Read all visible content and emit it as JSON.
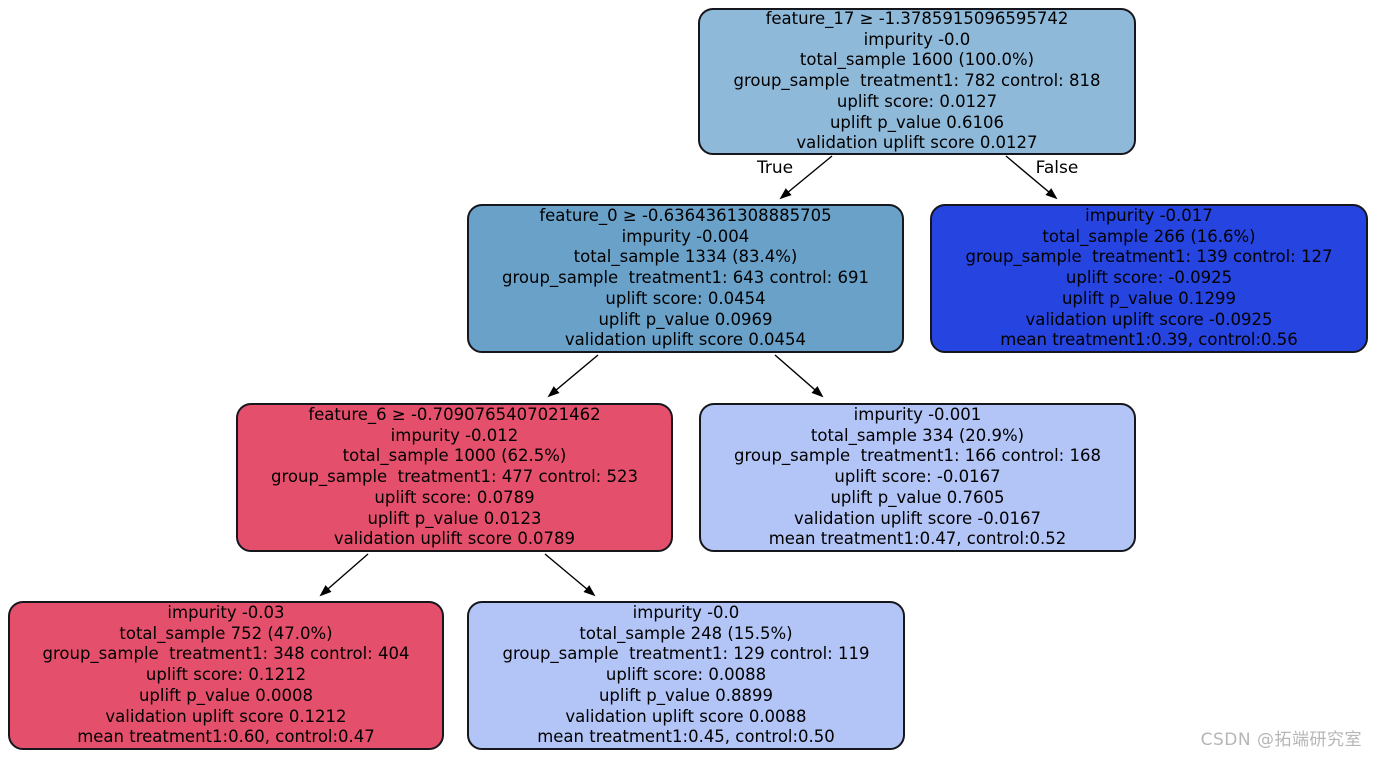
{
  "diagram": {
    "type": "uplift-decision-tree",
    "background": "#ffffff",
    "edge_color": "#000000",
    "text_color": "#000000"
  },
  "edges": [
    {
      "label": "True"
    },
    {
      "label": "False"
    }
  ],
  "watermark": {
    "text": "CSDN @拓端研究室",
    "color": "#b6b6b6"
  },
  "nodes": [
    {
      "id": "root",
      "fill": "#8fb9d9",
      "lines": [
        "feature_17 ≥ -1.3785915096595742",
        "impurity -0.0",
        "total_sample 1600 (100.0%)",
        "group_sample  treatment1: 782 control: 818",
        "uplift score: 0.0127",
        "uplift p_value 0.6106",
        "validation uplift score 0.0127"
      ]
    },
    {
      "id": "left",
      "fill": "#69a1c9",
      "lines": [
        "feature_0 ≥ -0.6364361308885705",
        "impurity -0.004",
        "total_sample 1334 (83.4%)",
        "group_sample  treatment1: 643 control: 691",
        "uplift score: 0.0454",
        "uplift p_value 0.0969",
        "validation uplift score 0.0454"
      ]
    },
    {
      "id": "right",
      "fill": "#2544e0",
      "lines": [
        "impurity -0.017",
        "total_sample 266 (16.6%)",
        "group_sample  treatment1: 139 control: 127",
        "uplift score: -0.0925",
        "uplift p_value 0.1299",
        "validation uplift score -0.0925",
        "mean treatment1:0.39, control:0.56"
      ]
    },
    {
      "id": "left-left",
      "fill": "#e4506c",
      "lines": [
        "feature_6 ≥ -0.7090765407021462",
        "impurity -0.012",
        "total_sample 1000 (62.5%)",
        "group_sample  treatment1: 477 control: 523",
        "uplift score: 0.0789",
        "uplift p_value 0.0123",
        "validation uplift score 0.0789"
      ]
    },
    {
      "id": "left-right",
      "fill": "#b3c5f7",
      "lines": [
        "impurity -0.001",
        "total_sample 334 (20.9%)",
        "group_sample  treatment1: 166 control: 168",
        "uplift score: -0.0167",
        "uplift p_value 0.7605",
        "validation uplift score -0.0167",
        "mean treatment1:0.47, control:0.52"
      ]
    },
    {
      "id": "left-left-left",
      "fill": "#e4506c",
      "lines": [
        "impurity -0.03",
        "total_sample 752 (47.0%)",
        "group_sample  treatment1: 348 control: 404",
        "uplift score: 0.1212",
        "uplift p_value 0.0008",
        "validation uplift score 0.1212",
        "mean treatment1:0.60, control:0.47"
      ]
    },
    {
      "id": "left-left-right",
      "fill": "#b3c5f7",
      "lines": [
        "impurity -0.0",
        "total_sample 248 (15.5%)",
        "group_sample  treatment1: 129 control: 119",
        "uplift score: 0.0088",
        "uplift p_value 0.8899",
        "validation uplift score 0.0088",
        "mean treatment1:0.45, control:0.50"
      ]
    }
  ]
}
